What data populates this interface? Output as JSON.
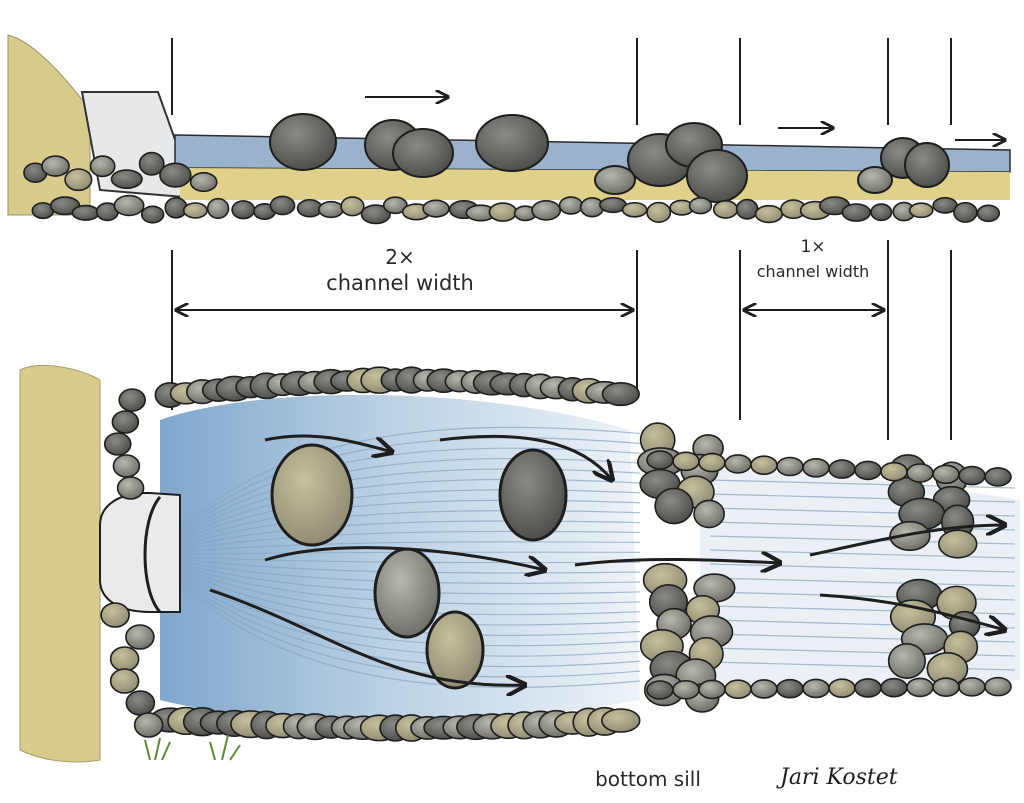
{
  "labels": {
    "multiplier_2x": "2×",
    "channel_width_2x": "channel width",
    "multiplier_1x": "1×",
    "channel_width_1x": "channel width",
    "bottom_sill": "bottom sill"
  },
  "signature": "Jari Kostet",
  "colors": {
    "water": "#8fb3d3",
    "water_light": "#cfdeeb",
    "gravel": "#d7cc8c",
    "stone": "#8a8a84",
    "ink": "#1e1e1e",
    "grass": "#5e8a3a"
  }
}
